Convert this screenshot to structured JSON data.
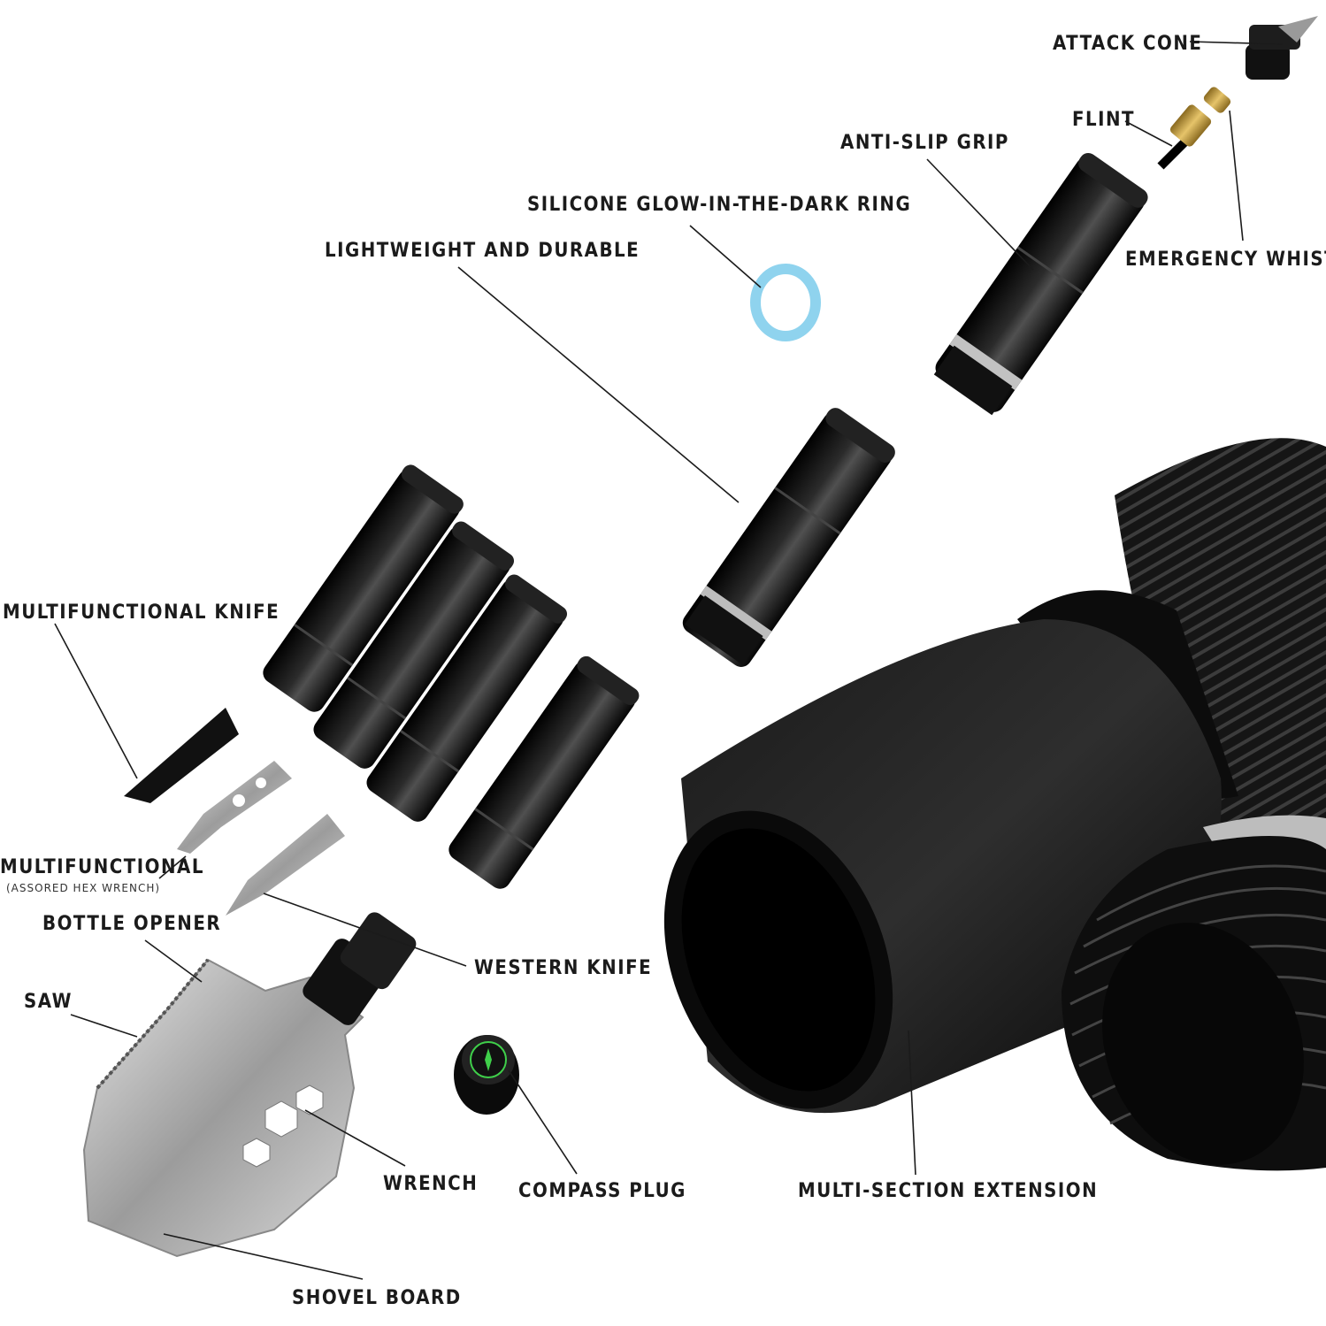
{
  "labels": {
    "attack_cone": "ATTACK CONE",
    "flint": "FLINT",
    "anti_slip_grip": "ANTI-SLIP GRIP",
    "emergency_whistle": "EMERGENCY WHISTLE",
    "silicone_ring": "SILICONE GLOW-IN-THE-DARK RING",
    "lightweight": "LIGHTWEIGHT AND DURABLE",
    "multifunctional_knife": "MULTIFUNCTIONAL KNIFE",
    "multifunctional": "MULTIFUNCTIONAL",
    "multifunctional_sub": "(ASSORED HEX WRENCH)",
    "bottle_opener": "BOTTLE OPENER",
    "western_knife": "WESTERN KNIFE",
    "saw": "SAW",
    "wrench": "WRENCH",
    "compass_plug": "COMPASS PLUG",
    "multi_section_extension": "MULTI-SECTION EXTENSION",
    "shovel_board": "SHOVEL BOARD"
  },
  "colors": {
    "tube": "#111111",
    "tube_highlight": "#3a3a3a",
    "steel": "#b8b8b8",
    "brass": "#c9a24a",
    "ring": "#8fd3ee",
    "compass_green": "#3fcf4a"
  }
}
